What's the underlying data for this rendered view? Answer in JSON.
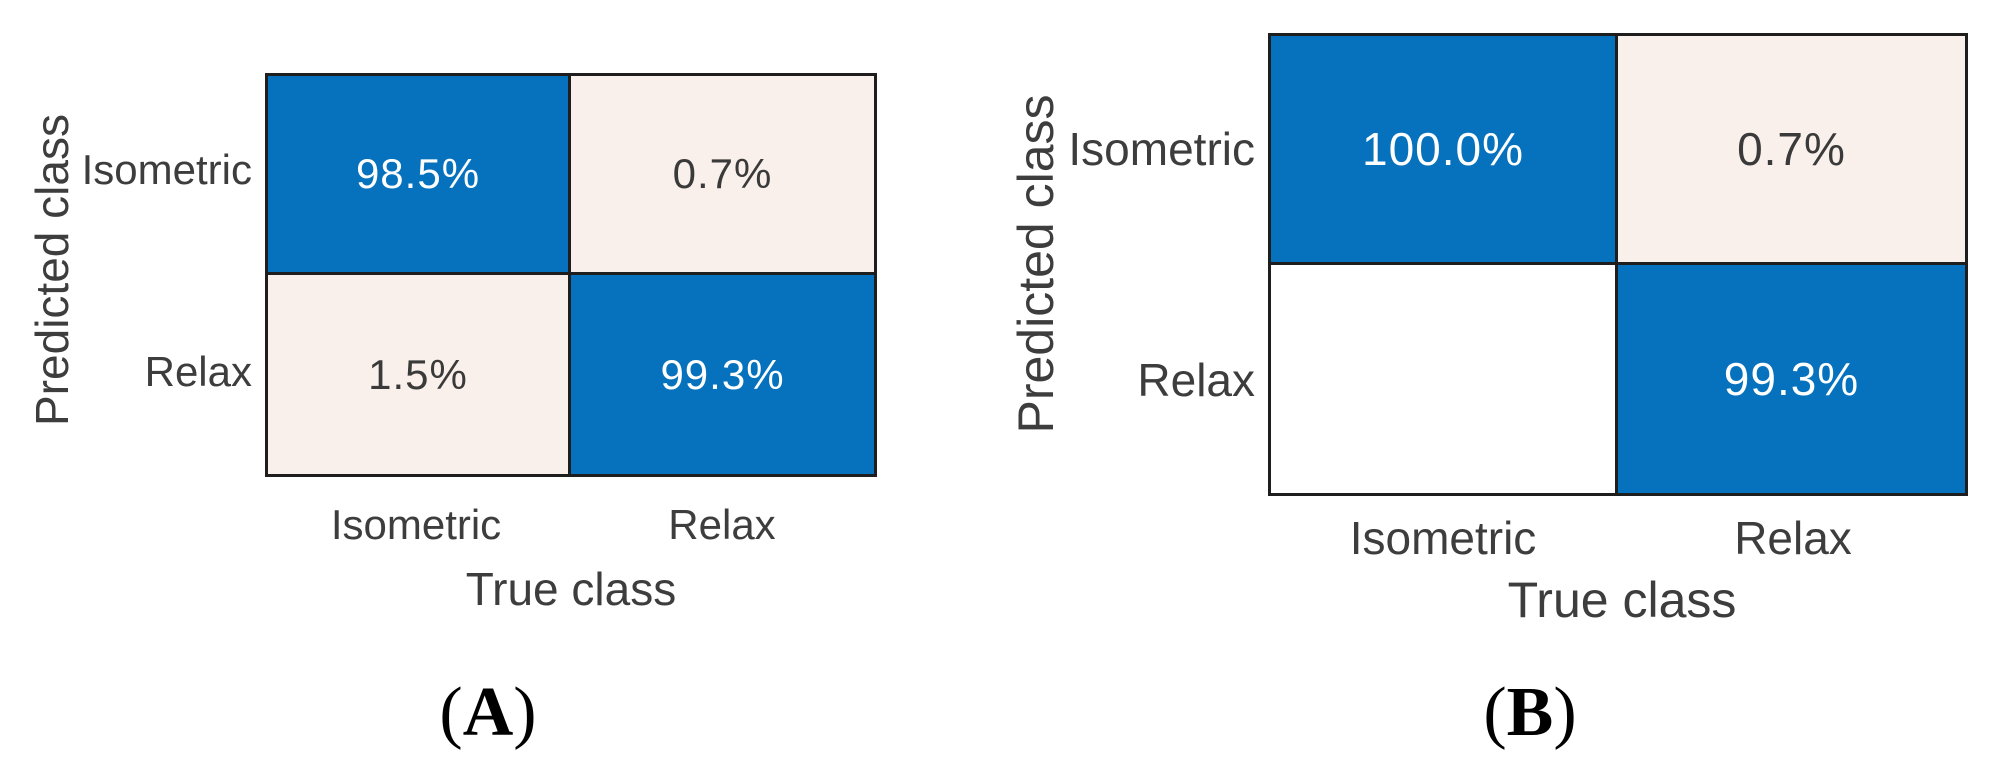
{
  "figure": {
    "background": "#ffffff",
    "colors": {
      "diagonal_blue": "#0672BD",
      "off_diagonal_pink": "#FAF0EB",
      "empty_white": "#FFFFFF",
      "grid_border": "#1E1E1E",
      "text_dark": "#3A3A3A",
      "text_light": "#FFFFFF"
    }
  },
  "panels": [
    {
      "caption_open": "(",
      "caption_letter": "A",
      "caption_close": ")",
      "y_axis_label": "Predicted class",
      "x_axis_label": "True class",
      "row_labels": [
        "Isometric",
        "Relax"
      ],
      "col_labels": [
        "Isometric",
        "Relax"
      ],
      "cells": [
        {
          "value": "98.5%",
          "bg": "#0672BD",
          "color": "#FFFFFF"
        },
        {
          "value": "0.7%",
          "bg": "#FAF0EB",
          "color": "#3A3A3A"
        },
        {
          "value": "1.5%",
          "bg": "#FAF0EB",
          "color": "#3A3A3A"
        },
        {
          "value": "99.3%",
          "bg": "#0672BD",
          "color": "#FFFFFF"
        }
      ]
    },
    {
      "caption_open": "(",
      "caption_letter": "B",
      "caption_close": ")",
      "y_axis_label": "Predicted class",
      "x_axis_label": "True class",
      "row_labels": [
        "Isometric",
        "Relax"
      ],
      "col_labels": [
        "Isometric",
        "Relax"
      ],
      "cells": [
        {
          "value": "100.0%",
          "bg": "#0672BD",
          "color": "#FFFFFF"
        },
        {
          "value": "0.7%",
          "bg": "#FAF0EB",
          "color": "#3A3A3A"
        },
        {
          "value": "",
          "bg": "#FFFFFF",
          "color": "#3A3A3A"
        },
        {
          "value": "99.3%",
          "bg": "#0672BD",
          "color": "#FFFFFF"
        }
      ]
    }
  ],
  "chart_data": [
    {
      "type": "heatmap",
      "title": "(A)",
      "xlabel": "True class",
      "ylabel": "Predicted class",
      "x_categories": [
        "Isometric",
        "Relax"
      ],
      "y_categories": [
        "Isometric",
        "Relax"
      ],
      "values_percent": [
        [
          98.5,
          0.7
        ],
        [
          1.5,
          99.3
        ]
      ],
      "cell_labels": [
        [
          "98.5%",
          "0.7%"
        ],
        [
          "1.5%",
          "99.3%"
        ]
      ],
      "legend_position": "none",
      "grid": false
    },
    {
      "type": "heatmap",
      "title": "(B)",
      "xlabel": "True class",
      "ylabel": "Predicted class",
      "x_categories": [
        "Isometric",
        "Relax"
      ],
      "y_categories": [
        "Isometric",
        "Relax"
      ],
      "values_percent": [
        [
          100.0,
          0.7
        ],
        [
          null,
          99.3
        ]
      ],
      "cell_labels": [
        [
          "100.0%",
          "0.7%"
        ],
        [
          "",
          "99.3%"
        ]
      ],
      "legend_position": "none",
      "grid": false
    }
  ]
}
